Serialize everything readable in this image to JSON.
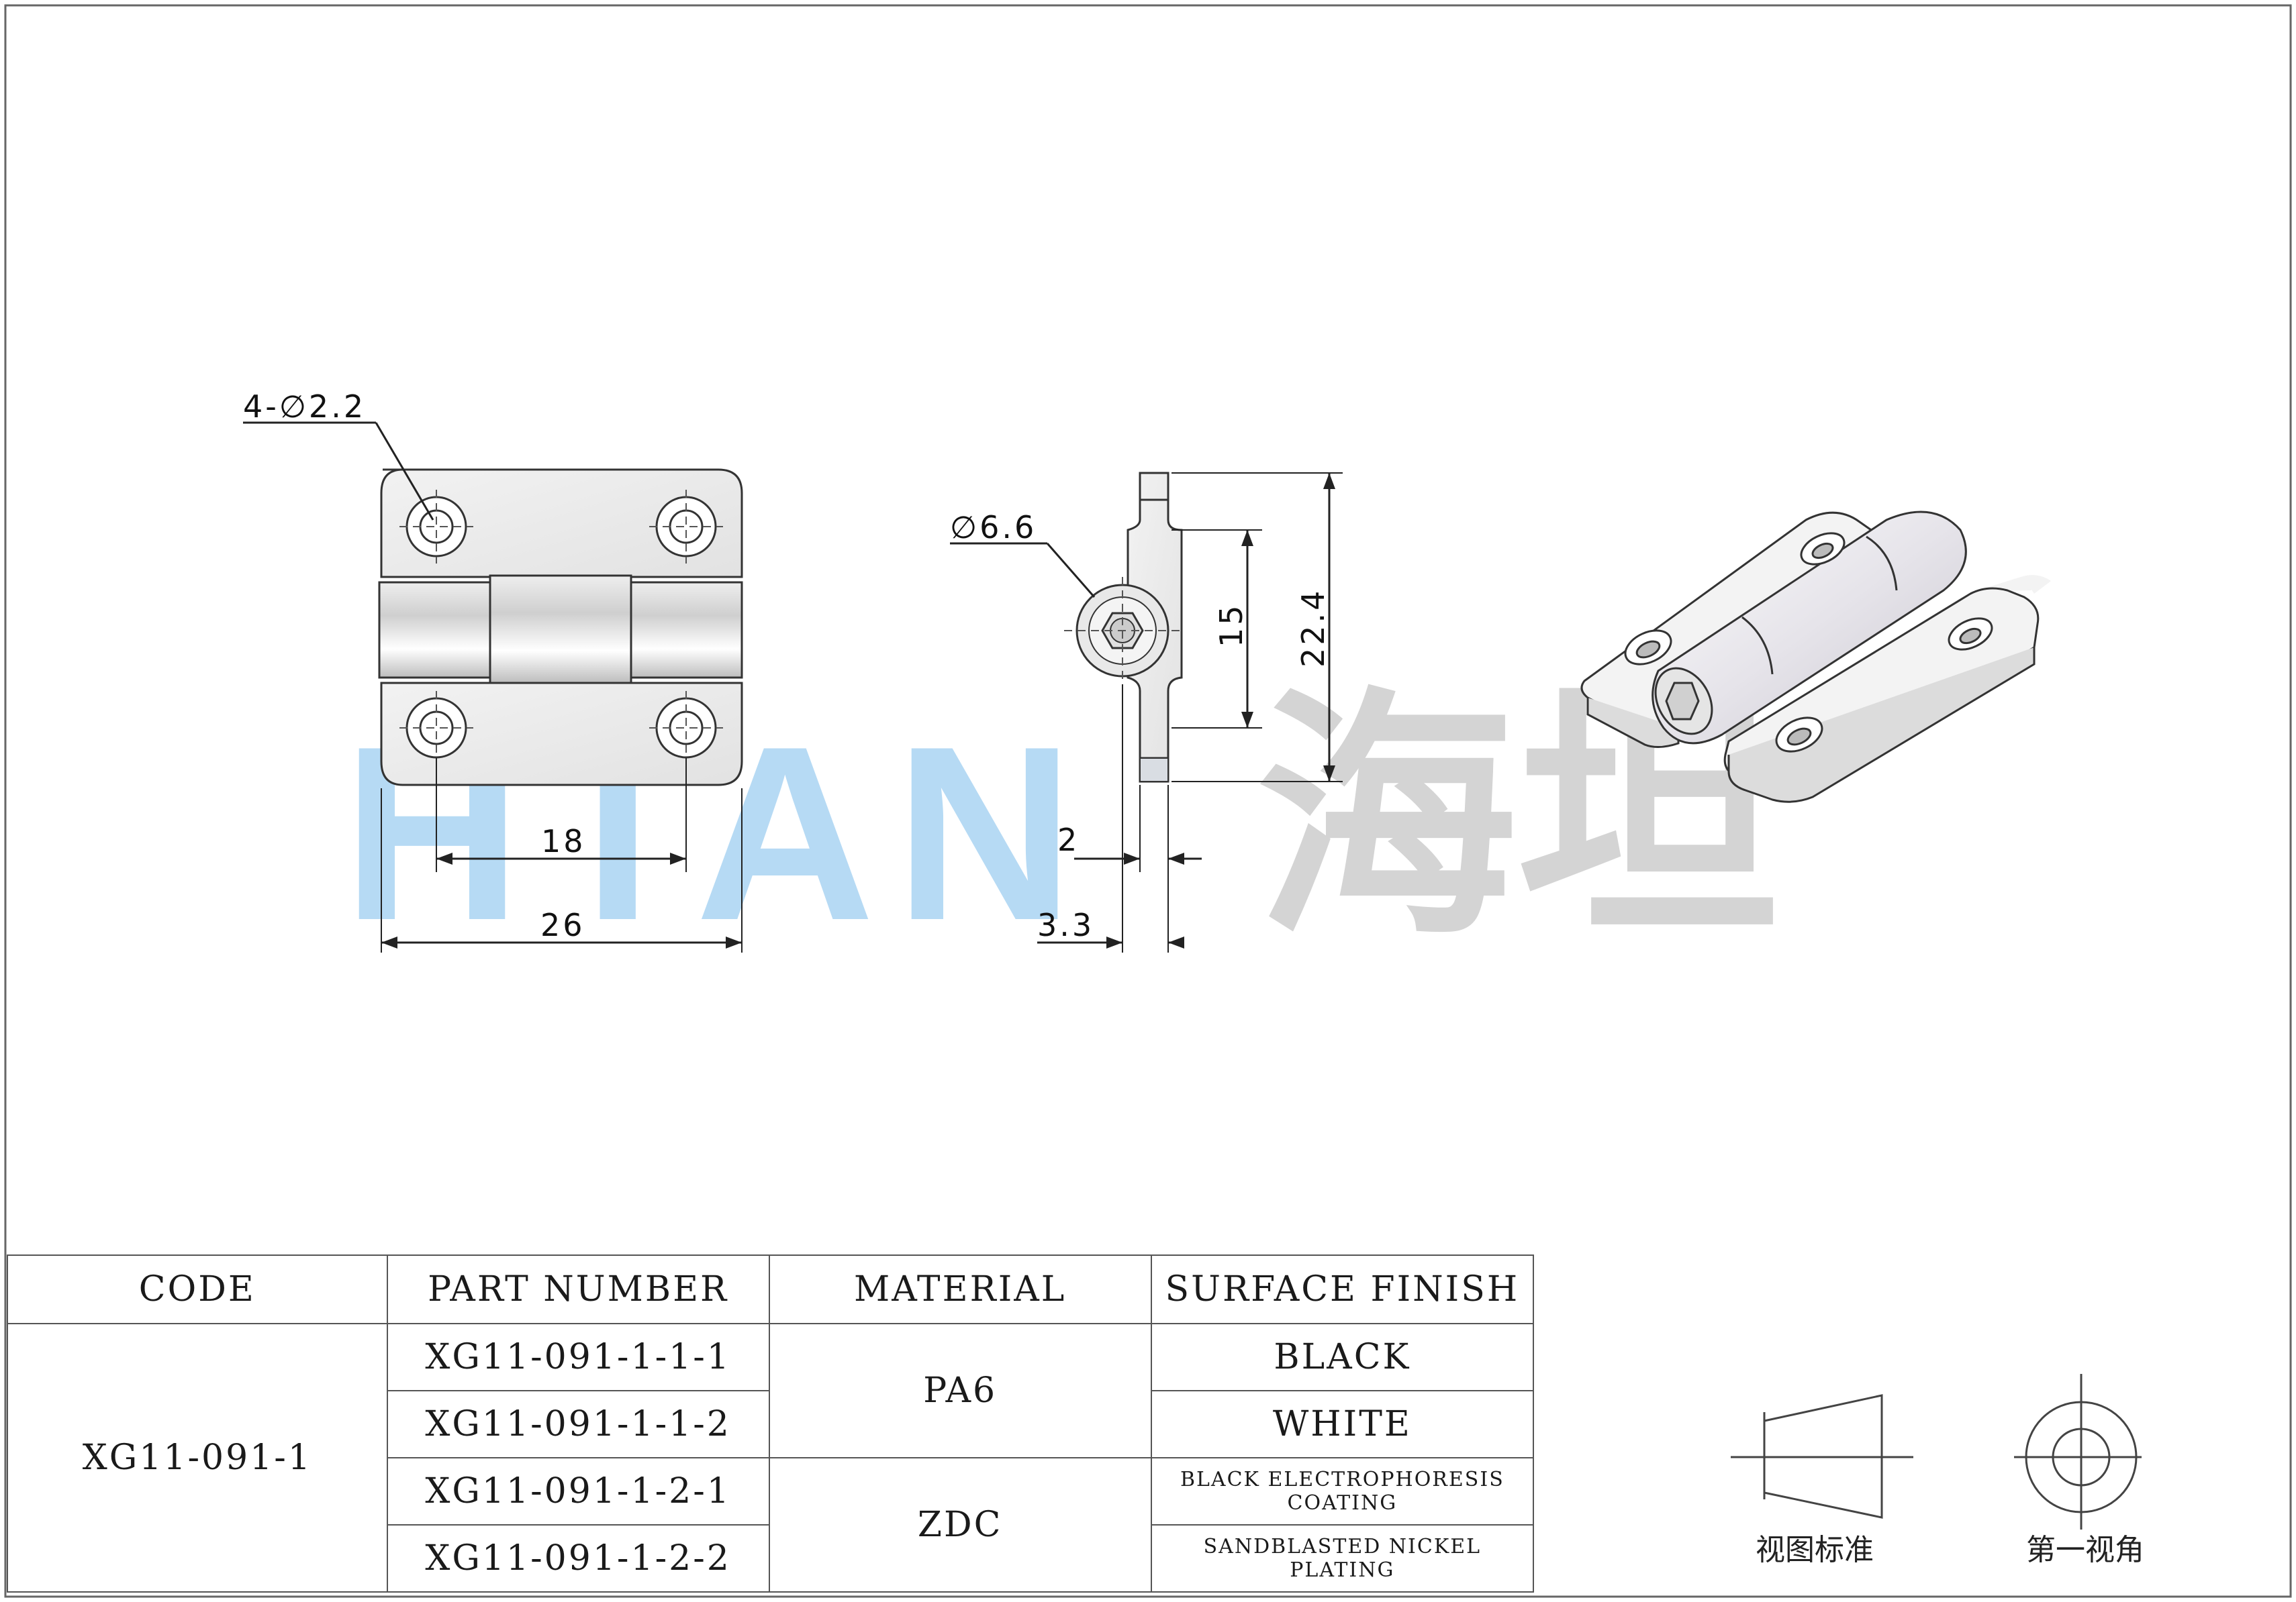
{
  "watermark": {
    "latin": "HTAN",
    "chinese": "海坦",
    "latin_color": "#a9d3f2",
    "chinese_color": "#cfcfcf"
  },
  "dimensions": {
    "holes": "4-∅2.2",
    "hole_pitch": "18",
    "overall_width": "26",
    "pin_diameter": "∅6.6",
    "leaf_height": "15",
    "overall_height": "22.4",
    "leaf_thickness": "2",
    "total_thickness": "3.3"
  },
  "table": {
    "headers": [
      "CODE",
      "PART NUMBER",
      "MATERIAL",
      "SURFACE FINISH"
    ],
    "code": "XG11-091-1",
    "part_numbers": [
      "XG11-091-1-1-1",
      "XG11-091-1-1-2",
      "XG11-091-1-2-1",
      "XG11-091-1-2-2"
    ],
    "materials": [
      "PA6",
      "ZDC"
    ],
    "finishes": [
      "BLACK",
      "WHITE",
      "BLACK ELECTROPHORESIS COATING",
      "SANDBLASTED NICKEL PLATING"
    ]
  },
  "symbols": {
    "view_standard": "视图标准",
    "first_angle": "第一视角"
  }
}
